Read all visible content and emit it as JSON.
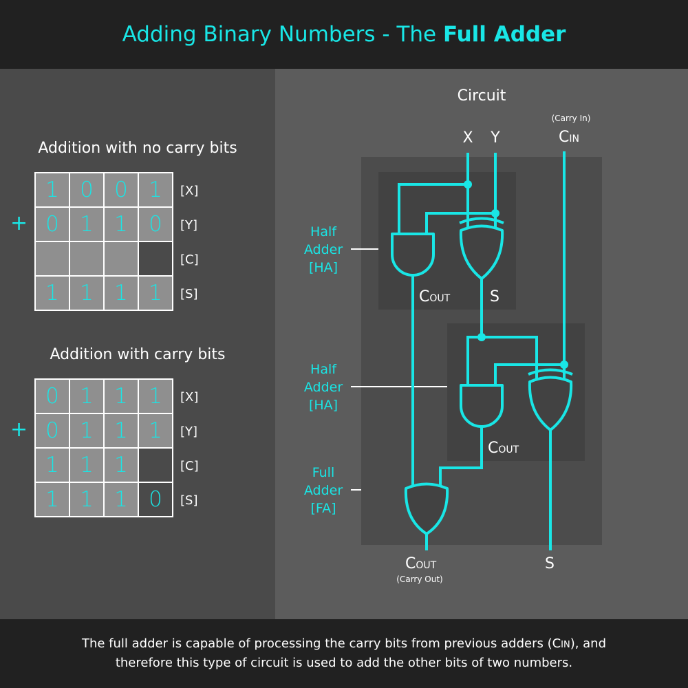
{
  "header": {
    "title_plain": "Adding Binary Numbers - The ",
    "title_bold": "Full Adder"
  },
  "left": {
    "table1": {
      "title": "Addition with no carry bits",
      "plus": "+",
      "rows": [
        {
          "label": "[X]",
          "cells": [
            "1",
            "0",
            "0",
            "1"
          ],
          "shaded": [
            true,
            true,
            true,
            true
          ]
        },
        {
          "label": "[Y]",
          "cells": [
            "0",
            "1",
            "1",
            "0"
          ],
          "shaded": [
            true,
            true,
            true,
            true
          ]
        },
        {
          "label": "[C]",
          "cells": [
            "",
            "",
            "",
            ""
          ],
          "shaded": [
            true,
            true,
            true,
            false
          ]
        },
        {
          "label": "[S]",
          "cells": [
            "1",
            "1",
            "1",
            "1"
          ],
          "shaded": [
            true,
            true,
            true,
            true
          ]
        }
      ]
    },
    "table2": {
      "title": "Addition with carry bits",
      "plus": "+",
      "rows": [
        {
          "label": "[X]",
          "cells": [
            "0",
            "1",
            "1",
            "1"
          ],
          "shaded": [
            true,
            true,
            true,
            true
          ]
        },
        {
          "label": "[Y]",
          "cells": [
            "0",
            "1",
            "1",
            "1"
          ],
          "shaded": [
            true,
            true,
            true,
            true
          ]
        },
        {
          "label": "[C]",
          "cells": [
            "1",
            "1",
            "1",
            ""
          ],
          "shaded": [
            true,
            true,
            true,
            false
          ]
        },
        {
          "label": "[S]",
          "cells": [
            "1",
            "1",
            "1",
            "0"
          ],
          "shaded": [
            true,
            true,
            true,
            false
          ]
        }
      ]
    }
  },
  "circuit": {
    "title": "Circuit",
    "input_x": "X",
    "input_y": "Y",
    "carry_in_note": "(Carry In)",
    "cin_main": "C",
    "cin_sub": "IN",
    "ha1_label": [
      "Half",
      "Adder",
      "[HA]"
    ],
    "ha2_label": [
      "Half",
      "Adder",
      "[HA]"
    ],
    "fa_label": [
      "Full",
      "Adder",
      "[FA]"
    ],
    "cout_main": "C",
    "cout_sub": "OUT",
    "sum_label": "S",
    "carry_out_note": "(Carry Out)"
  },
  "footer": {
    "line1_a": "The full adder is capable of processing the carry bits from previous adders (C",
    "line1_sub": "IN",
    "line1_b": "), and",
    "line2": "therefore this type of circuit is used to add the other bits of two numbers."
  },
  "colors": {
    "accent": "#19e6e6",
    "header_bg": "#212121",
    "left_bg": "#4a4a4a",
    "right_bg": "#5c5c5c",
    "box_bg": "#4c4c4c",
    "inner_box_bg": "#424242",
    "cell_shaded": "#8f8f8f",
    "text": "#ffffff"
  }
}
